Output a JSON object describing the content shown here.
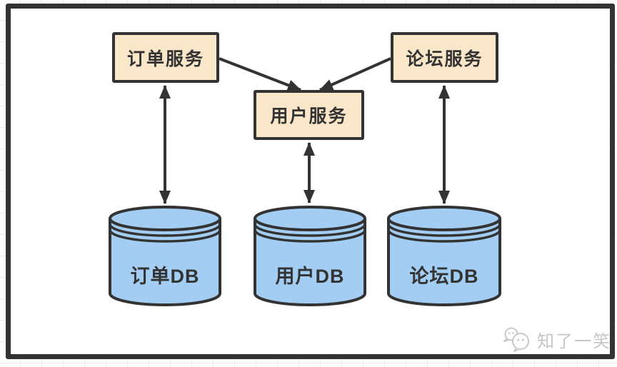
{
  "diagram": {
    "services": [
      {
        "id": "order-service",
        "label": "订单服务"
      },
      {
        "id": "user-service",
        "label": "用户服务"
      },
      {
        "id": "forum-service",
        "label": "论坛服务"
      }
    ],
    "databases": [
      {
        "id": "order-db",
        "label": "订单DB"
      },
      {
        "id": "user-db",
        "label": "用户DB"
      },
      {
        "id": "forum-db",
        "label": "论坛DB"
      }
    ],
    "edges": [
      {
        "from": "订单服务",
        "to": "用户服务",
        "type": "directed"
      },
      {
        "from": "论坛服务",
        "to": "用户服务",
        "type": "directed"
      },
      {
        "from": "订单服务",
        "to": "订单DB",
        "type": "bidirectional"
      },
      {
        "from": "用户服务",
        "to": "用户DB",
        "type": "bidirectional"
      },
      {
        "from": "论坛服务",
        "to": "论坛DB",
        "type": "bidirectional"
      }
    ],
    "colors": {
      "service_fill": "#fae6c8",
      "database_fill": "#a3cdf2",
      "stroke": "#333333",
      "frame_border": "#333333",
      "grid_line": "#ececec",
      "watermark_gray": "#c6c6c6"
    }
  },
  "watermark": {
    "label": "知了一笑",
    "icon": "wechat-chat-bubbles-icon"
  }
}
